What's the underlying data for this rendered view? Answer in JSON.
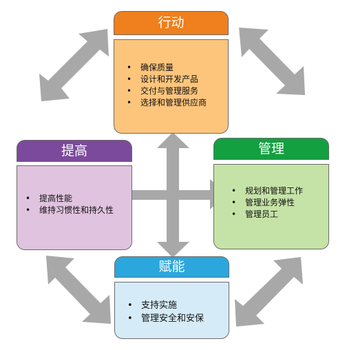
{
  "colors": {
    "action_header": "#f07f1d",
    "action_body": "#fdc57c",
    "improve_header": "#7b4a9c",
    "improve_body": "#e0c3df",
    "manage_header": "#13a040",
    "manage_body": "#c6e3a7",
    "enable_header": "#2ca7dd",
    "enable_body": "#d5ebf7",
    "arrow": "#a8a8a8"
  },
  "action": {
    "title": "行动",
    "items": [
      "确保质量",
      "设计和开发产品",
      "交付与管理服务",
      "选择和管理供应商"
    ]
  },
  "improve": {
    "title": "提高",
    "items": [
      "提高性能",
      "维持习惯性和持久性"
    ]
  },
  "manage": {
    "title": "管理",
    "items": [
      "规划和管理工作",
      "管理业务弹性",
      "管理员工"
    ]
  },
  "enable": {
    "title": "赋能",
    "items": [
      "支持实施",
      "管理安全和安保"
    ]
  }
}
